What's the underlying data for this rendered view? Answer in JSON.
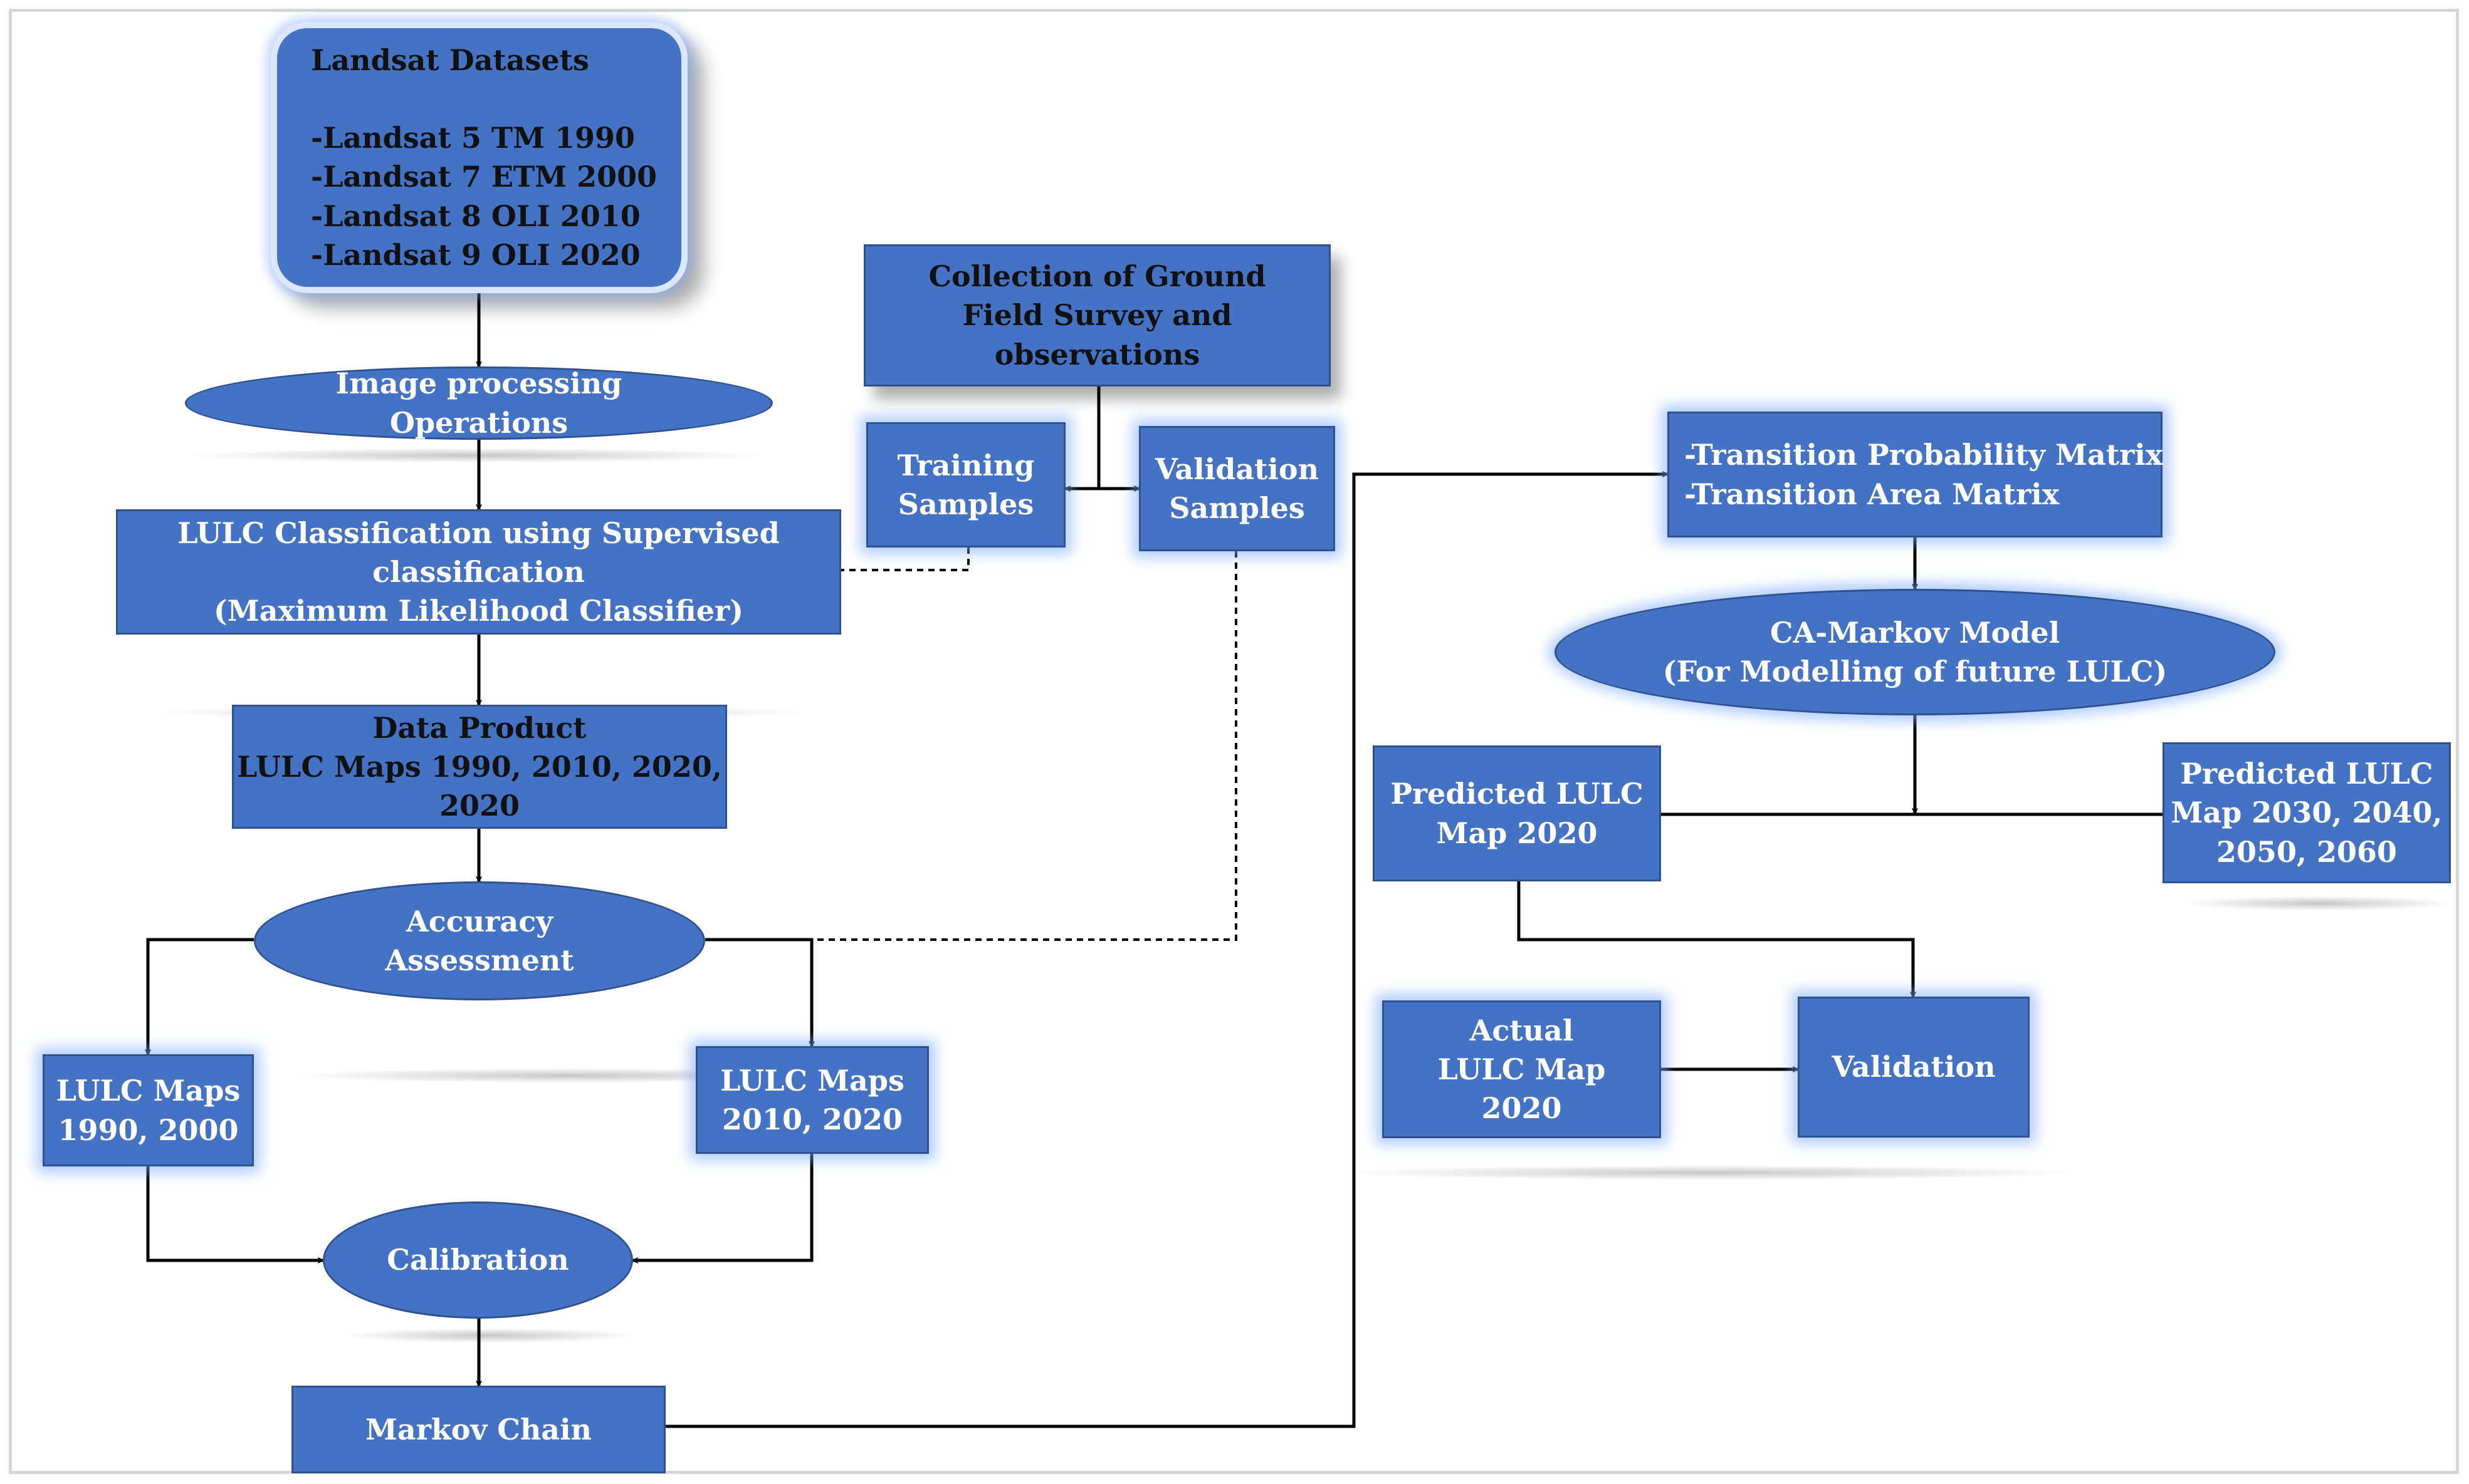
{
  "landsat": {
    "title": "Landsat Datasets",
    "items": [
      "-Landsat 5 TM 1990",
      "-Landsat 7 ETM 2000",
      "-Landsat 8 OLI 2010",
      "-Landsat 9 OLI 2020"
    ]
  },
  "image_processing": [
    "Image processing",
    "Operations"
  ],
  "ground_collection": [
    "Collection of Ground",
    "Field Survey and",
    "observations"
  ],
  "training": [
    "Training",
    "Samples"
  ],
  "validation_samples": [
    "Validation",
    "Samples"
  ],
  "lulc_classification": [
    "LULC Classification using Supervised",
    "classification",
    "(Maximum Likelihood Classifier)"
  ],
  "data_product": [
    "Data Product",
    "LULC Maps 1990, 2010, 2020,",
    "2020"
  ],
  "accuracy": [
    "Accuracy",
    "Assessment"
  ],
  "maps_early": [
    "LULC Maps",
    "1990, 2000"
  ],
  "maps_late": [
    "LULC Maps",
    "2010, 2020"
  ],
  "calibration": [
    "Calibration"
  ],
  "markov_chain": [
    "Markov Chain"
  ],
  "transition": [
    "-Transition Probability Matrix",
    "-Transition Area Matrix"
  ],
  "ca_markov": [
    "CA-Markov Model",
    "(For Modelling of future LULC)"
  ],
  "predicted_2020": [
    "Predicted LULC",
    "Map 2020"
  ],
  "predicted_future": [
    "Predicted LULC",
    "Map 2030, 2040,",
    "2050, 2060"
  ],
  "actual": [
    "Actual",
    "LULC Map",
    "2020"
  ],
  "validation": [
    "Validation"
  ],
  "colors": {
    "box_fill": "#4472c4",
    "box_border": "#2f528f",
    "glow": "#7caaff",
    "connector": "#000000"
  }
}
